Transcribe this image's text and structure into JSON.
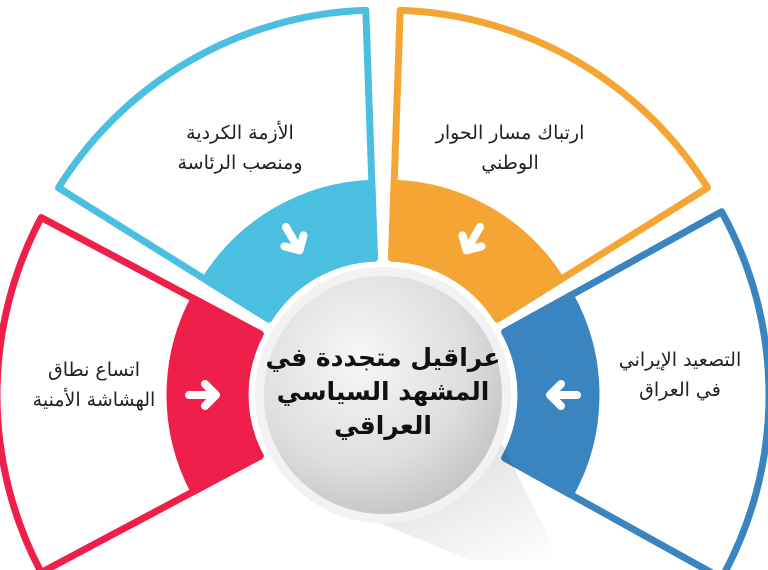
{
  "title": "عراقيل متجددة في المشهد السياسي العراقي",
  "segments": [
    {
      "id": "kurdish",
      "label_line1": "الأزمة الكردية",
      "label_line2": "ومنصب الرئاسة",
      "color": "#4bbfdf",
      "icon": "arrow-icon"
    },
    {
      "id": "dialogue",
      "label_line1": "ارتباك مسار الحوار",
      "label_line2": "الوطني",
      "color": "#f4a533",
      "icon": "arrow-icon"
    },
    {
      "id": "iran",
      "label_line1": "التصعيد الإيراني",
      "label_line2": "في العراق",
      "color": "#3a85c0",
      "icon": "arrow-icon"
    },
    {
      "id": "security",
      "label_line1": "اتساع نطاق",
      "label_line2": "الهشاشة الأمنية",
      "color": "#ee1f48",
      "icon": "arrow-icon"
    }
  ]
}
